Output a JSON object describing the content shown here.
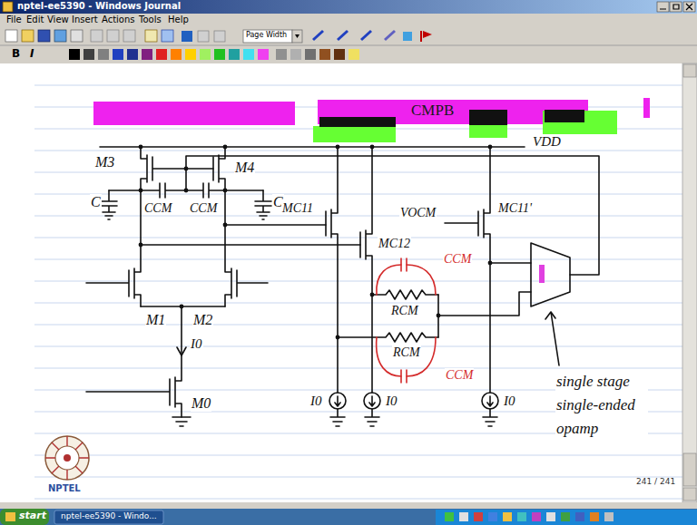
{
  "diagram": {
    "labels": [
      "nptel-ee5390 - Windows Journal",
      "File",
      "Edit",
      "View",
      "Insert",
      "Actions",
      "Tools",
      "Help",
      "Page Width",
      "B",
      "I",
      "CMPB",
      "VDD",
      "M3",
      "M4",
      "C",
      "CCM",
      "CCM",
      "C",
      "M1",
      "M2",
      "I0",
      "M0",
      "MC12",
      "MC11",
      "VOCM",
      "MC11'",
      "CCM",
      "RCM",
      "RCM",
      "CCM",
      "I0",
      "I0",
      "I0",
      "single stage single-ended opamp",
      "NPTEL",
      "241 / 241",
      "start",
      "nptel-ee5390 - Windo..."
    ]
  }
}
